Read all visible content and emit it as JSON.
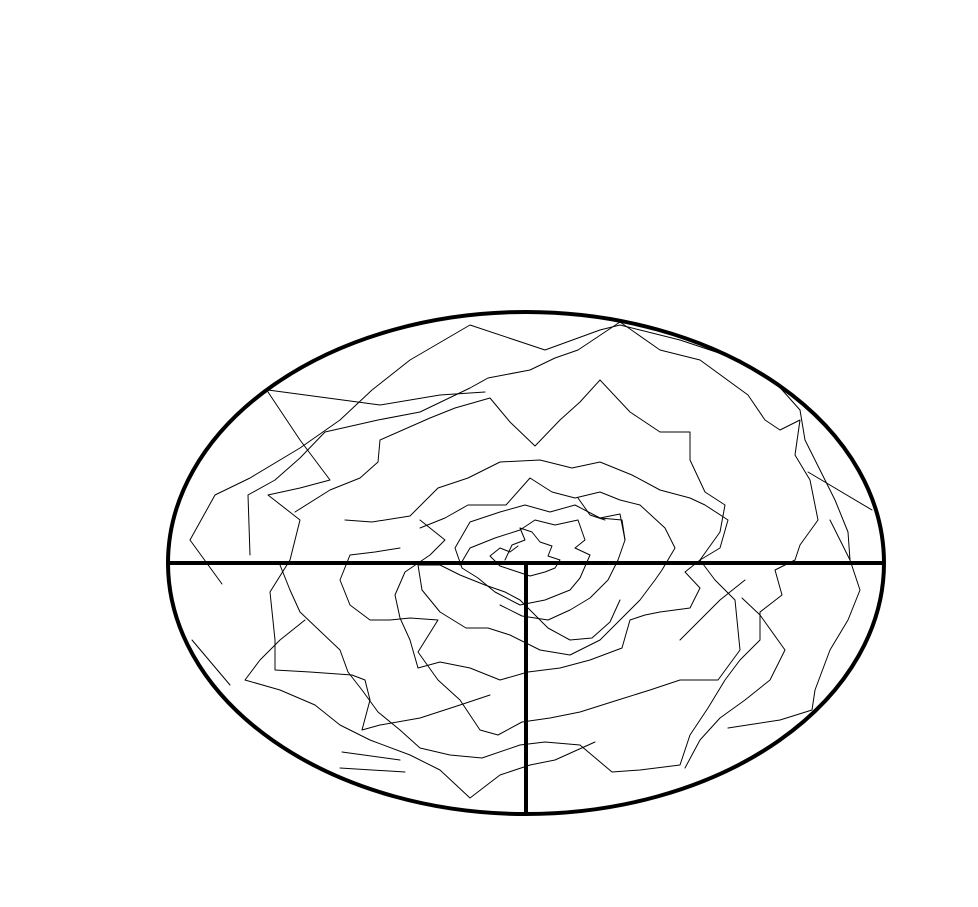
{
  "diagram": {
    "background_color": "#ffffff",
    "stroke_color": "#000000",
    "shape": "ellipse",
    "divider": "horizontal-diameter-with-lower-vertical-radius",
    "texture": "irregular-concentric-scribble",
    "labels": []
  }
}
